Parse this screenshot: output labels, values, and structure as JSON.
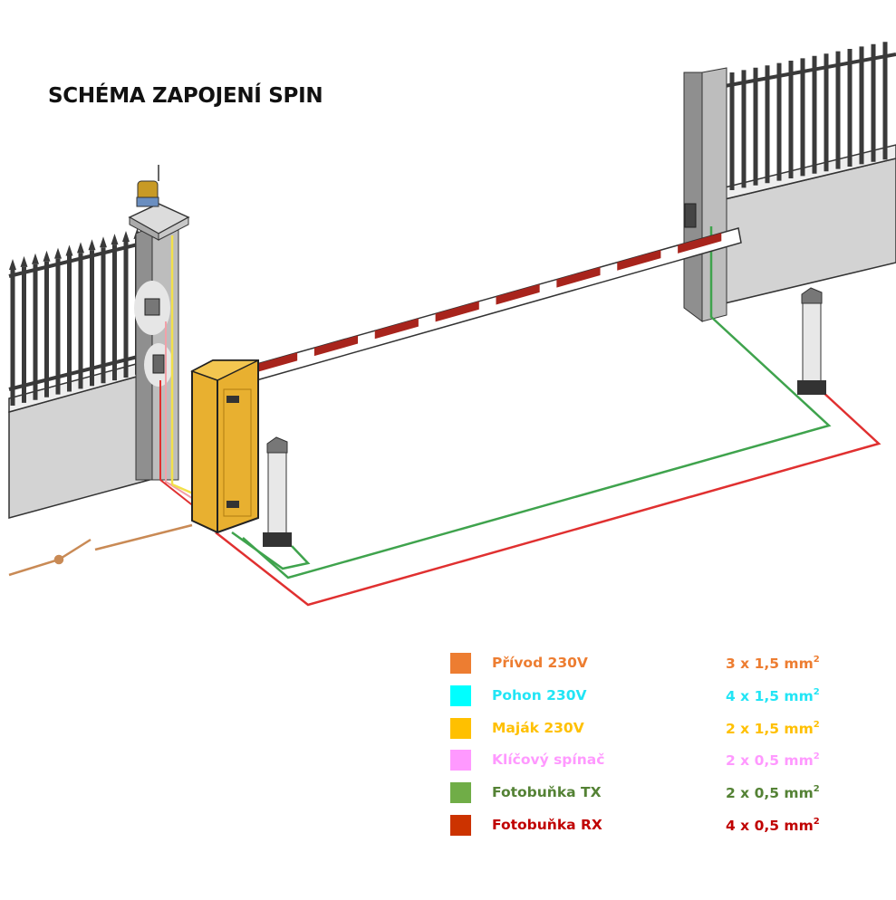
{
  "title": "SCHÉMA ZAPOJENÍ SPIN",
  "legend": [
    {
      "label": "Přívod 230V",
      "value": "3 x 1,5 mm",
      "sup": "2",
      "swatch": "#ED7D31",
      "text_color": "#ED7D31"
    },
    {
      "label": "Pohon 230V",
      "value": "4 x 1,5 mm",
      "sup": "2",
      "swatch": "#00FFFF",
      "text_color": "#22E5F5"
    },
    {
      "label": "Maják 230V",
      "value": "2 x 1,5 mm",
      "sup": "2",
      "swatch": "#FFC000",
      "text_color": "#FFC000"
    },
    {
      "label": "Klíčový spínač",
      "value": "2 x 0,5 mm",
      "sup": "2",
      "swatch": "#FF99FF",
      "text_color": "#FF99FF"
    },
    {
      "label": "Fotobuňka TX",
      "value": "2 x 0,5 mm",
      "sup": "2",
      "swatch": "#70AD47",
      "text_color": "#548235"
    },
    {
      "label": "Fotobuňka RX",
      "value": "4 x 0,5 mm",
      "sup": "2",
      "swatch": "#CC3300",
      "text_color": "#C00000"
    }
  ],
  "colors": {
    "wire_green": "#3FA34D",
    "wire_red": "#E03030",
    "wire_brown": "#C98A55",
    "wire_yellow": "#F2E04A",
    "cabinet": "#E8B030",
    "boom_red": "#A8241C"
  }
}
